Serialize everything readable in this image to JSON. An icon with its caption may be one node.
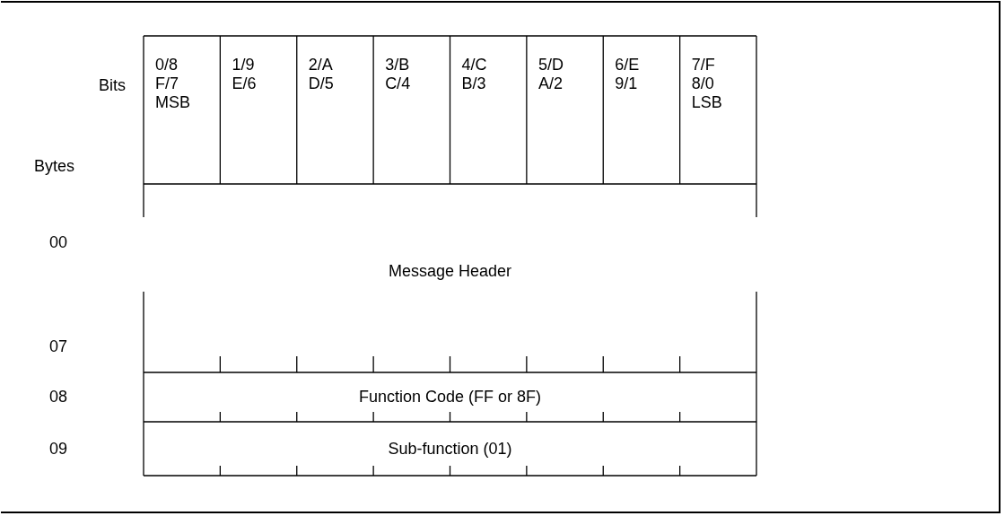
{
  "diagram": {
    "labels": [
      "Bits",
      "0/8 F/7 MSB",
      "1/9 E/6",
      "2/A D/5",
      "3/B C/4",
      "4/C B/3",
      "5/D A/2",
      "6/E 9/1",
      "7/F 8/0 LSB",
      "Bytes",
      "00",
      "Message Header",
      "07",
      "08",
      "Function Code (FF or 8F)",
      "09",
      "Sub-function (01)"
    ]
  }
}
